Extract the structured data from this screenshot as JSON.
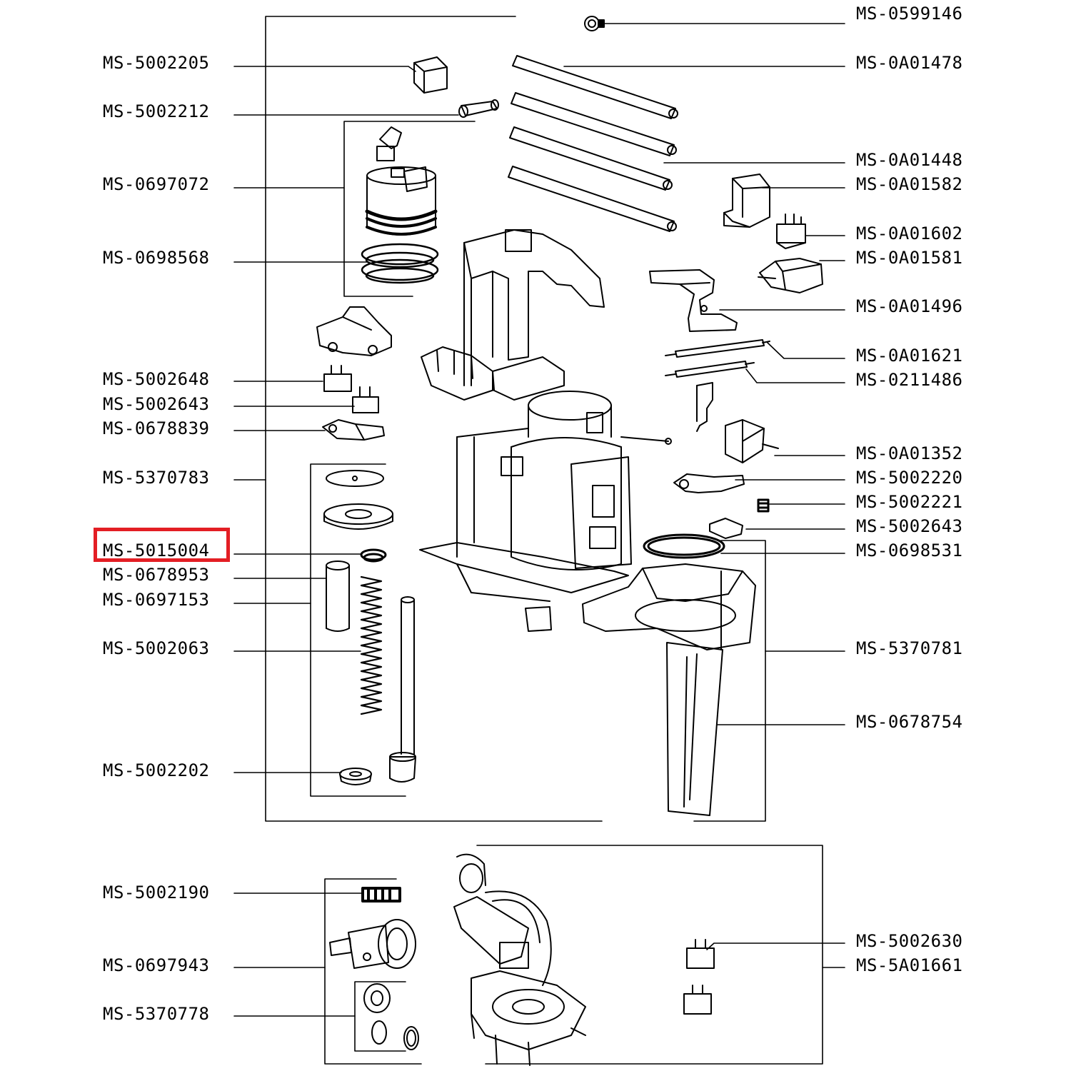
{
  "highlight_color": "#e31e24",
  "highlighted_label": "MS-5015004",
  "labels_left": [
    "MS-5002205",
    "MS-5002212",
    "MS-0697072",
    "MS-0698568",
    "MS-5002648",
    "MS-5002643",
    "MS-0678839",
    "MS-5370783",
    "MS-5015004",
    "MS-0678953",
    "MS-0697153",
    "MS-5002063",
    "MS-5002202",
    "MS-5002190",
    "MS-0697943",
    "MS-5370778"
  ],
  "labels_right": [
    "MS-0599146",
    "MS-0A01478",
    "MS-0A01448",
    "MS-0A01582",
    "MS-0A01602",
    "MS-0A01581",
    "MS-0A01496",
    "MS-0A01621",
    "MS-0211486",
    "MS-0A01352",
    "MS-5002220",
    "MS-5002221",
    "MS-5002643",
    "MS-0698531",
    "MS-5370781",
    "MS-0678754",
    "MS-5002630",
    "MS-5A01661"
  ]
}
